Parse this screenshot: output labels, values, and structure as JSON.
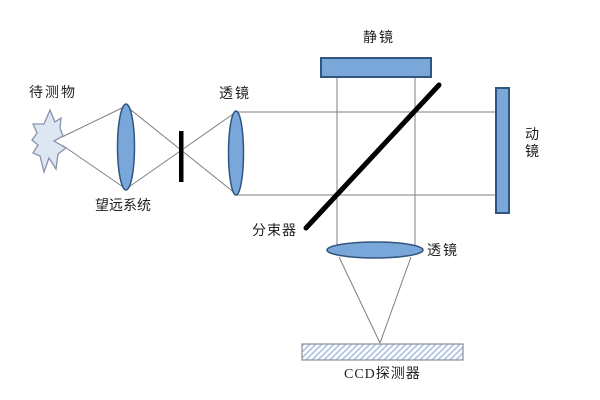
{
  "diagram": {
    "title": "optical-interferometer-schematic",
    "labels": {
      "test_object": "待测物",
      "telescope_system": "望远系统",
      "collimating_lens": "透镜",
      "static_mirror": "静镜",
      "moving_mirror_vertical": "动\n镜",
      "beam_splitter": "分束器",
      "focusing_lens": "透镜",
      "ccd_detector": "CCD探测器"
    },
    "colors": {
      "optic_fill": "#7aa7da",
      "optic_stroke": "#31557f",
      "star_fill": "#dde6f3",
      "star_stroke": "#8593ad",
      "ray": "#7f7f7f",
      "beam_splitter": "#000000",
      "focal_stop": "#000000",
      "ccd_hatch": "#b3c6e4",
      "ccd_border": "#8a8f98",
      "text": "#1f1f1f",
      "background": "#ffffff"
    }
  }
}
